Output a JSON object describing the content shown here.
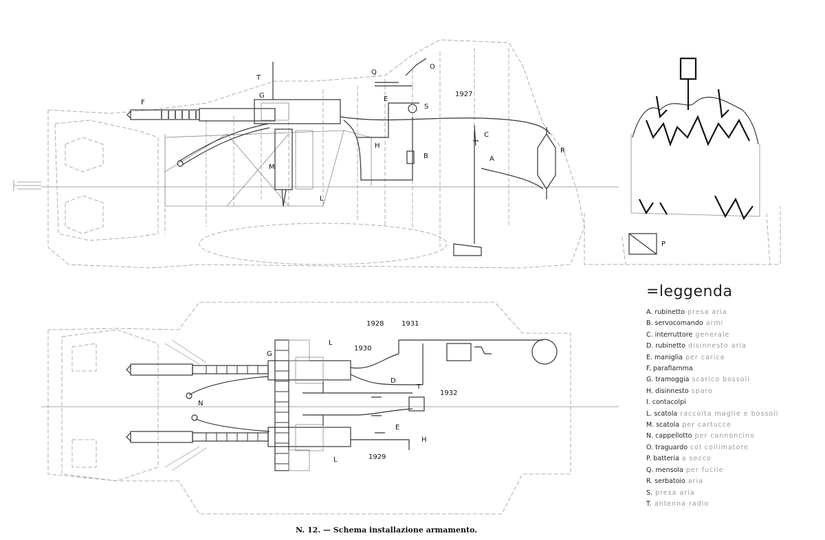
{
  "callouts_top": {
    "T": "T",
    "F": "F",
    "G": "G",
    "M": "M",
    "L": "L",
    "Q": "Q",
    "O": "O",
    "E": "E",
    "S": "S",
    "n1927": "1927",
    "H": "H",
    "B": "B",
    "C": "C",
    "A": "A",
    "R": "R"
  },
  "callouts_front": {
    "P": "P"
  },
  "callouts_plan": {
    "n1928": "1928",
    "n1931": "1931",
    "n1930": "1930",
    "G": "G",
    "L_top": "L",
    "D": "D",
    "T": "T",
    "n1932": "1932",
    "N": "N",
    "E": "E",
    "H": "H",
    "n1929": "1929",
    "L_bot": "L"
  },
  "legend": {
    "title": "=leggenda",
    "items": [
      {
        "text": "A. rubinetto",
        "faint": " presa aria"
      },
      {
        "text": "B. servocomando",
        "faint": " armi"
      },
      {
        "text": "C. interruttore",
        "faint": " generale"
      },
      {
        "text": "D. rubinetto",
        "faint": " disinnesto aria"
      },
      {
        "text": "E. maniglia",
        "faint": " per carica"
      },
      {
        "text": "F. parafiamma",
        "faint": ""
      },
      {
        "text": "G. tramoggia",
        "faint": " scarico bossoli"
      },
      {
        "text": "H. disinnesto",
        "faint": " sparo"
      },
      {
        "text": "I. contacolpi",
        "faint": ""
      },
      {
        "text": "L. scatola",
        "faint": " raccolta maglie e bossoli"
      },
      {
        "text": "M. scatola",
        "faint": " per cartucce"
      },
      {
        "text": "N. cappellotto",
        "faint": " per cannoncino"
      },
      {
        "text": "O. traguardo",
        "faint": " col collimatore"
      },
      {
        "text": "P. batteria",
        "faint": " a secco"
      },
      {
        "text": "Q. mensola",
        "faint": " per fucile"
      },
      {
        "text": "R. serbatoio",
        "faint": " aria"
      },
      {
        "text": "S.",
        "faint": " presa aria"
      },
      {
        "text": "T.",
        "faint": " antenna radio"
      }
    ]
  },
  "caption": "N. 12. — Schema installazione armamento."
}
